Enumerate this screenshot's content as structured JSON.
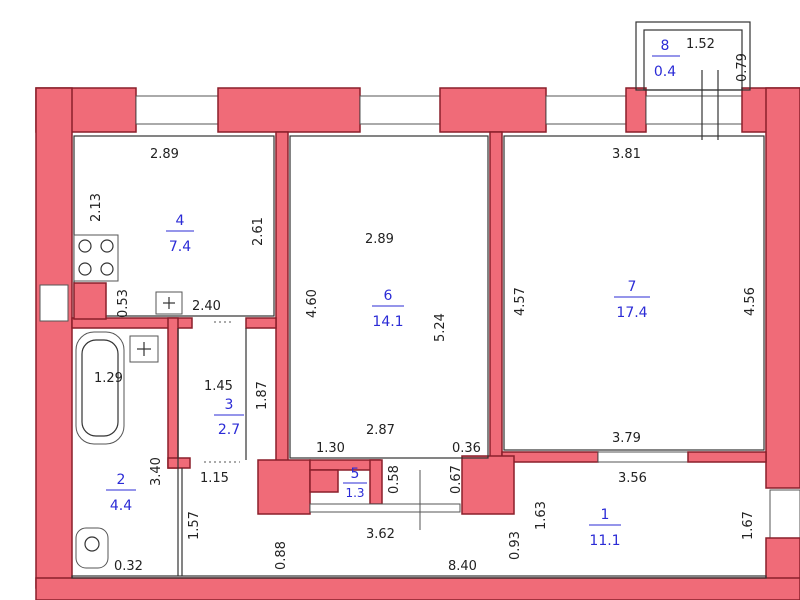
{
  "rooms": [
    {
      "id": "r1",
      "number": "1",
      "area": "11.1"
    },
    {
      "id": "r2",
      "number": "2",
      "area": "4.4"
    },
    {
      "id": "r3",
      "number": "3",
      "area": "2.7"
    },
    {
      "id": "r4",
      "number": "4",
      "area": "7.4"
    },
    {
      "id": "r5",
      "number": "5",
      "area": "1.3"
    },
    {
      "id": "r6",
      "number": "6",
      "area": "14.1"
    },
    {
      "id": "r7",
      "number": "7",
      "area": "17.4"
    },
    {
      "id": "r8",
      "number": "8",
      "area": "0.4"
    }
  ],
  "dimensions": {
    "d_289_kitchen": "2.89",
    "d_213": "2.13",
    "d_261": "2.61",
    "d_053": "0.53",
    "d_240": "2.40",
    "d_129": "1.29",
    "d_145": "1.45",
    "d_187": "1.87",
    "d_340": "3.40",
    "d_115": "1.15",
    "d_157": "1.57",
    "d_032": "0.32",
    "d_088": "0.88",
    "d_289_room6": "2.89",
    "d_460": "4.60",
    "d_524": "5.24",
    "d_287": "2.87",
    "d_130": "1.30",
    "d_058": "0.58",
    "d_067": "0.67",
    "d_036": "0.36",
    "d_362": "3.62",
    "d_840": "8.40",
    "d_093": "0.93",
    "d_163": "1.63",
    "d_381": "3.81",
    "d_457": "4.57",
    "d_456": "4.56",
    "d_379": "3.79",
    "d_356": "3.56",
    "d_167": "1.67",
    "d_152": "1.52",
    "d_079": "0.79"
  },
  "colors": {
    "wall": "#f06b78",
    "wall_edge": "#8a1f2a",
    "room_label": "#2b2bd6"
  },
  "icons": [
    "stove-icon",
    "sink-icon",
    "bathtub-icon",
    "toilet-icon",
    "washbasin-icon"
  ]
}
